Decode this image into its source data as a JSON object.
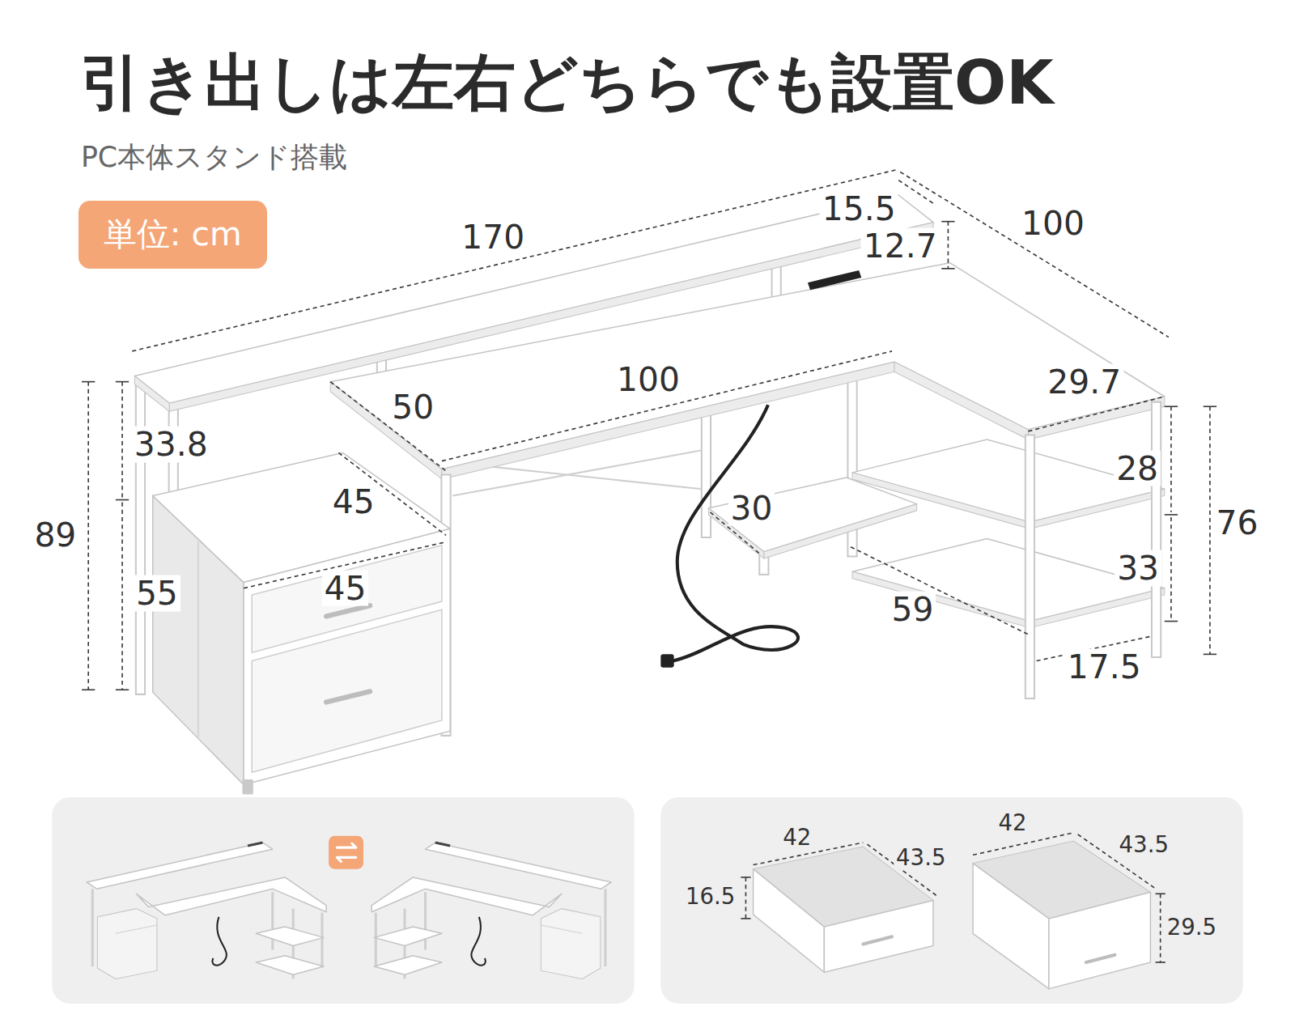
{
  "diagram": {
    "title": "引き出しは左右どちらでも設置OK",
    "nodes": [
      {
        "text": [
          "単位: cm"
        ]
      }
    ],
    "labels": [
      "PC本体スタンド搭載",
      "170",
      "15.5",
      "100",
      "12.7",
      "100",
      "29.7",
      "50",
      "33.8",
      "28",
      "45",
      "30",
      "76",
      "89",
      "33",
      "45",
      "55",
      "59",
      "17.5",
      "42",
      "42",
      "43.5",
      "43.5",
      "16.5",
      "29.5"
    ]
  }
}
